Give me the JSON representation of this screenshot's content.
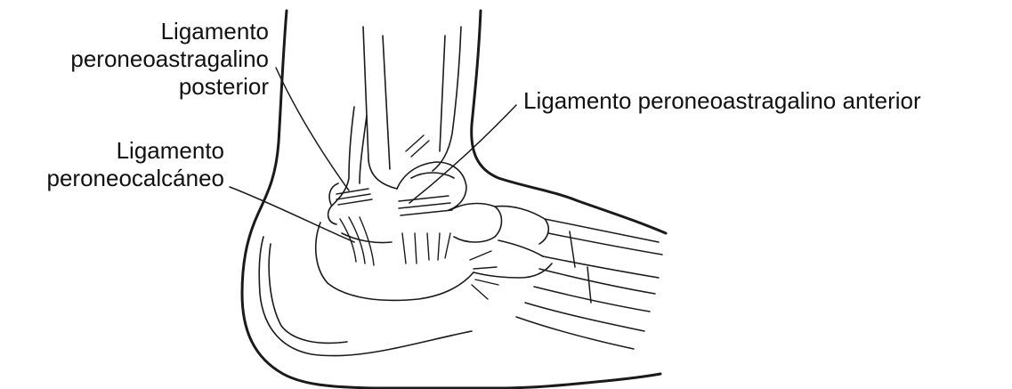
{
  "labels": {
    "posterior": {
      "line1": "Ligamento",
      "line2": "peroneoastragalino",
      "line3": "posterior"
    },
    "calcaneo": {
      "line1": "Ligamento",
      "line2": "peroneocalcáneo"
    },
    "anterior": {
      "line1": "Ligamento peroneoastragalino anterior"
    }
  },
  "colors": {
    "ink": "#1a1a1a",
    "background": "#ffffff"
  }
}
